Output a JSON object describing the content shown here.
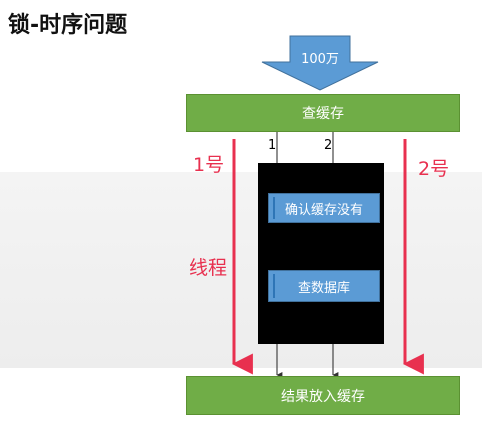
{
  "title": "锁-时序问题",
  "input_arrow": {
    "label": "100万"
  },
  "boxes": {
    "check_cache": "查缓存",
    "confirm_no_cache": "确认缓存没有",
    "query_db": "查数据库",
    "result_to_cache": "结果放入缓存"
  },
  "thread_numbers": {
    "one": "1",
    "two": "2"
  },
  "labels": {
    "thread_1": "1号",
    "thread_2": "2号",
    "thread": "线程"
  },
  "colors": {
    "green": "#70ad47",
    "blue": "#5b9bd5",
    "red": "#e8304f",
    "arrow_blue": "#5b9bd5"
  }
}
